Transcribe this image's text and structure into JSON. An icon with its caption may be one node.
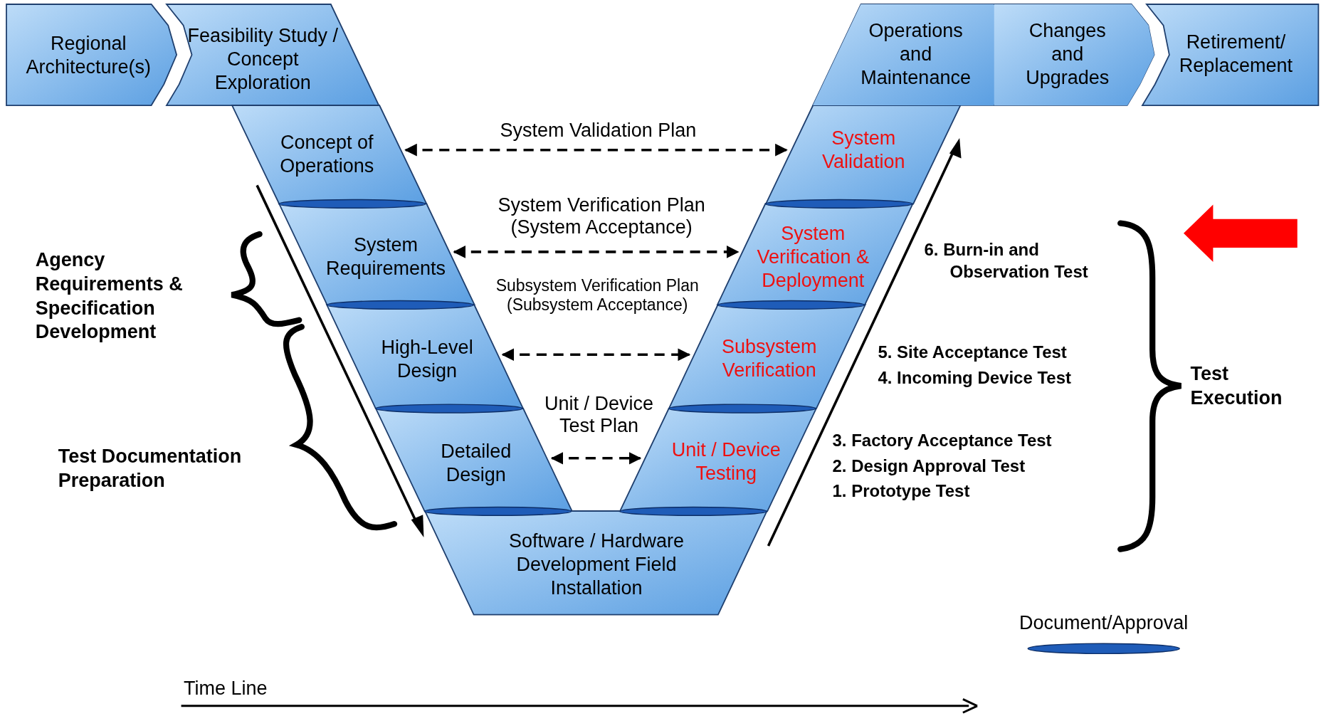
{
  "diagram": {
    "nodes": [
      {
        "text": [
          "Regional Architecture(s)"
        ]
      },
      {
        "text": [
          "Feasibility Study / Concept Exploration"
        ]
      },
      {
        "text": [
          "Concept of Operations"
        ]
      },
      {
        "text": [
          "System Requirements"
        ]
      },
      {
        "text": [
          "High-Level Design"
        ]
      },
      {
        "text": [
          "Detailed Design"
        ]
      },
      {
        "text": [
          "Software / Hardware Development Field Installation"
        ]
      },
      {
        "text": [
          "Unit / Device Testing"
        ]
      },
      {
        "text": [
          "Subsystem Verification"
        ]
      },
      {
        "text": [
          "System Verification & Deployment"
        ]
      },
      {
        "text": [
          "System Validation"
        ]
      },
      {
        "text": [
          "Operations and Maintenance"
        ]
      },
      {
        "text": [
          "Changes and Upgrades"
        ]
      },
      {
        "text": [
          "Retirement/ Replacement"
        ]
      },
      {
        "text": [],
        "shape": "ellipse"
      },
      {
        "text": [],
        "shape": "ellipse"
      },
      {
        "text": [],
        "shape": "ellipse"
      },
      {
        "text": [],
        "shape": "ellipse"
      },
      {
        "text": [],
        "shape": "ellipse"
      },
      {
        "text": [],
        "shape": "ellipse"
      },
      {
        "text": [],
        "shape": "ellipse"
      },
      {
        "text": [],
        "shape": "ellipse"
      }
    ],
    "edges": [
      {
        "from": 2,
        "to": 10,
        "arrow": "both",
        "style": "dashed",
        "label": "System Validation Plan"
      },
      {
        "from": 3,
        "to": 9,
        "arrow": "both",
        "style": "dashed",
        "label": "System Verification Plan (System Acceptance)"
      },
      {
        "from": 4,
        "to": 8,
        "arrow": "both",
        "style": "dashed",
        "label": "Subsystem Verification Plan (Subsystem Acceptance)"
      },
      {
        "from": 5,
        "to": 7,
        "arrow": "both",
        "style": "dashed",
        "label": "Unit / Device Test Plan"
      }
    ],
    "labels": [
      "Agency Requirements & Specification Development",
      "Test Documentation Preparation",
      "6. Burn-in and Observation Test",
      "5. Site Acceptance Test",
      "4. Incoming Device Test",
      "3. Factory Acceptance Test",
      "2. Design Approval Test",
      "1. Prototype Test",
      "Test Execution",
      "Time Line"
    ],
    "legend": [
      {
        "text": "Document/Approval"
      }
    ]
  }
}
